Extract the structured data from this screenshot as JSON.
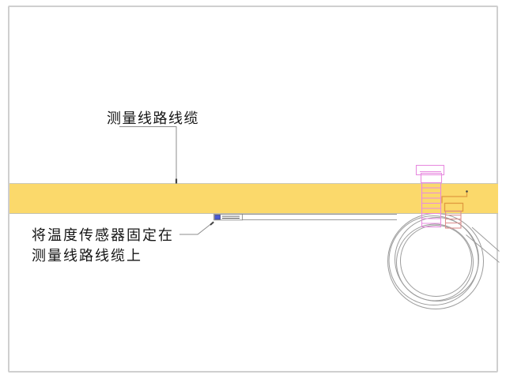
{
  "figure": {
    "labels": {
      "cable_label": "测量线路线缆",
      "sensor_label_line1": "将温度传感器固定在",
      "sensor_label_line2": "测量线路线缆上"
    },
    "colors": {
      "cable_band": "#FBD96B",
      "band_edge": "#C9C9B8",
      "frame_border": "#CFCFCF",
      "clamp_magenta": "#E88CE0",
      "clamp_orange": "#E09A40",
      "clamp_red": "#DD8E8E",
      "coil_gray": "#9C9C9C",
      "wire_gray": "#8C8C8C",
      "sensor_blue": "#4A5AD2",
      "leader_gray": "#8C8C8C",
      "arrow_dark": "#444444",
      "text": "#141414"
    }
  }
}
